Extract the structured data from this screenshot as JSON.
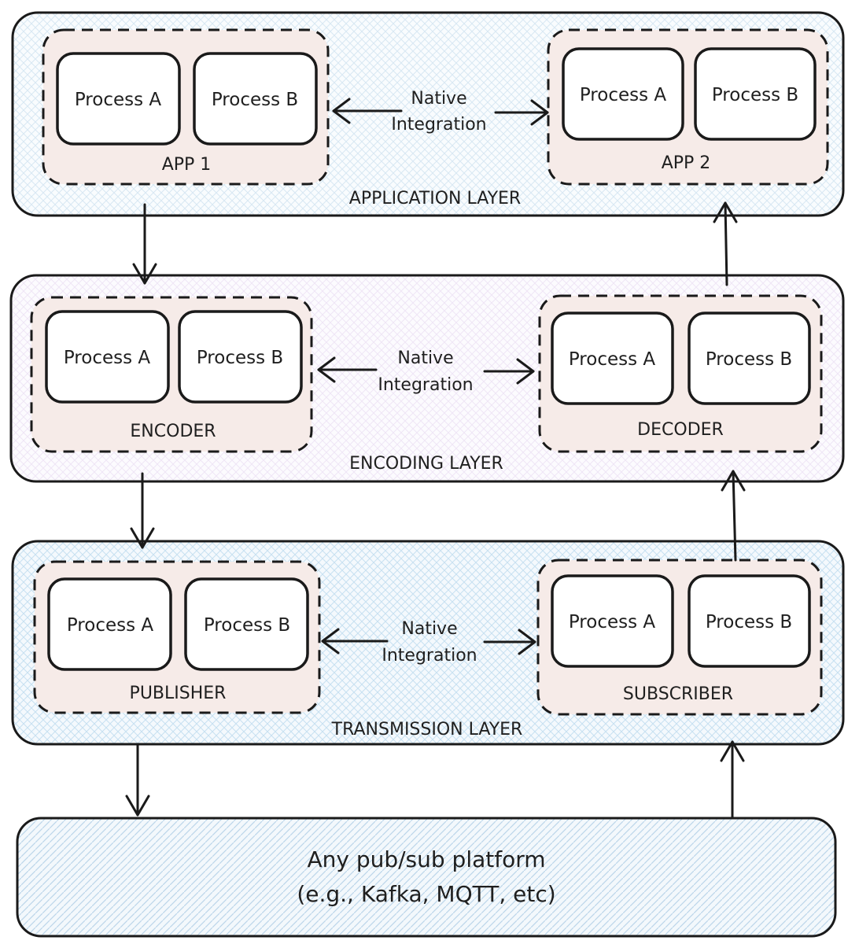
{
  "layers": {
    "application": {
      "label": "APPLICATION LAYER",
      "left_group": {
        "label": "APP 1",
        "process_a": "Process A",
        "process_b": "Process B"
      },
      "right_group": {
        "label": "APP 2",
        "process_a": "Process A",
        "process_b": "Process B"
      },
      "edge_label_line1": "Native",
      "edge_label_line2": "Integration"
    },
    "encoding": {
      "label": "ENCODING LAYER",
      "left_group": {
        "label": "ENCODER",
        "process_a": "Process A",
        "process_b": "Process B"
      },
      "right_group": {
        "label": "DECODER",
        "process_a": "Process A",
        "process_b": "Process B"
      },
      "edge_label_line1": "Native",
      "edge_label_line2": "Integration"
    },
    "transmission": {
      "label": "TRANSMISSION LAYER",
      "left_group": {
        "label": "PUBLISHER",
        "process_a": "Process A",
        "process_b": "Process B"
      },
      "right_group": {
        "label": "SUBSCRIBER",
        "process_a": "Process A",
        "process_b": "Process B"
      },
      "edge_label_line1": "Native",
      "edge_label_line2": "Integration"
    }
  },
  "platform": {
    "line1": "Any pub/sub platform",
    "line2": "(e.g., Kafka, MQTT, etc)"
  },
  "colors": {
    "stroke": "#1a1a1a",
    "group_fill": "#f6ebe8",
    "process_fill": "#ffffff",
    "application_hatch": "#cfe2f0",
    "encoding_hatch": "#eadff2",
    "transmission_hatch": "#bfdcef",
    "platform_hatch": "#bcd6ea"
  }
}
